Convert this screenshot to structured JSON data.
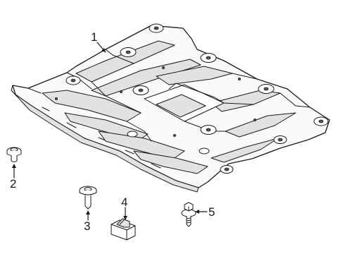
{
  "callouts": [
    {
      "id": "1",
      "text": "1"
    },
    {
      "id": "2",
      "text": "2"
    },
    {
      "id": "3",
      "text": "3"
    },
    {
      "id": "4",
      "text": "4"
    },
    {
      "id": "5",
      "text": "5"
    }
  ],
  "colors": {
    "line": "#1a1a1a",
    "shade": "#e2e2e2",
    "background": "#ffffff"
  }
}
